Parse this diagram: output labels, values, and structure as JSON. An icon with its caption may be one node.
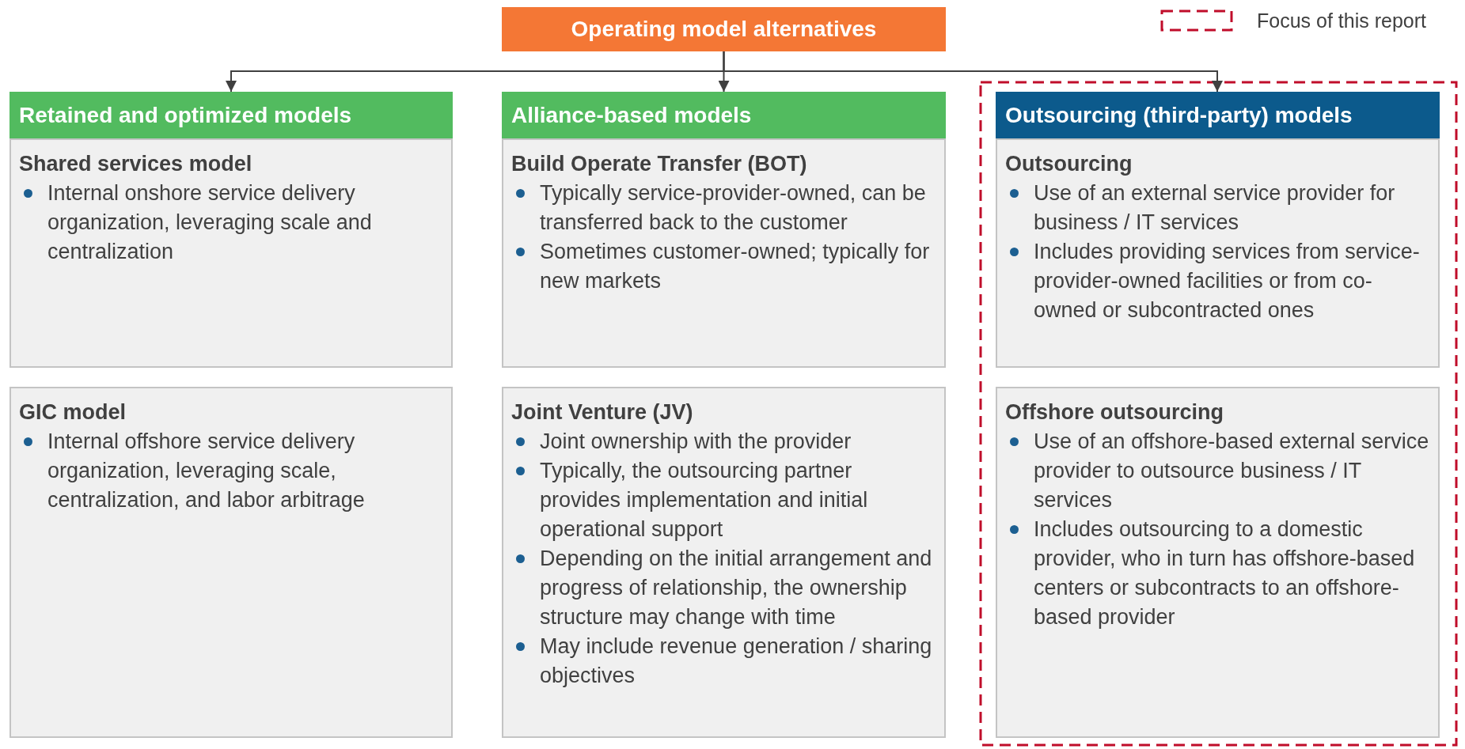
{
  "diagram": {
    "nodes": [
      {
        "text": [
          "Operating model alternatives"
        ]
      },
      {
        "text": [
          "Retained and optimized models"
        ]
      },
      {
        "text": [
          "Shared services model",
          "Internal onshore service delivery organization, leveraging scale and centralization"
        ]
      },
      {
        "text": [
          "GIC model",
          "Internal offshore service delivery organization, leveraging scale, centralization, and labor arbitrage"
        ]
      },
      {
        "text": [
          "Alliance-based models"
        ]
      },
      {
        "text": [
          "Build Operate Transfer (BOT)",
          "Typically service-provider-owned, can be transferred back to the customer",
          "Sometimes customer-owned; typically for new markets"
        ]
      },
      {
        "text": [
          "Joint Venture (JV)",
          "Joint ownership with the provider",
          "Typically, the outsourcing partner provides implementation and initial operational support",
          "Depending on the initial arrangement and progress of relationship, the ownership structure may change with time",
          "May include revenue generation / sharing objectives"
        ]
      },
      {
        "text": [
          "Outsourcing (third-party) models"
        ]
      },
      {
        "text": [
          "Outsourcing",
          "Use of an external service provider for business / IT services",
          "Includes providing services from service-provider-owned facilities or from co-owned or subcontracted ones"
        ]
      },
      {
        "text": [
          "Offshore outsourcing",
          "Use of an offshore-based external service provider to outsource business / IT services",
          "Includes outsourcing to a domestic provider, who in turn has offshore-based centers or subcontracts to an offshore-based provider"
        ]
      }
    ],
    "edges": [
      {
        "from": 0,
        "to": 1,
        "arrow": "to"
      },
      {
        "from": 0,
        "to": 4,
        "arrow": "to"
      },
      {
        "from": 0,
        "to": 7,
        "arrow": "to"
      }
    ],
    "legend": [
      {
        "text": "Focus of this report"
      }
    ]
  }
}
